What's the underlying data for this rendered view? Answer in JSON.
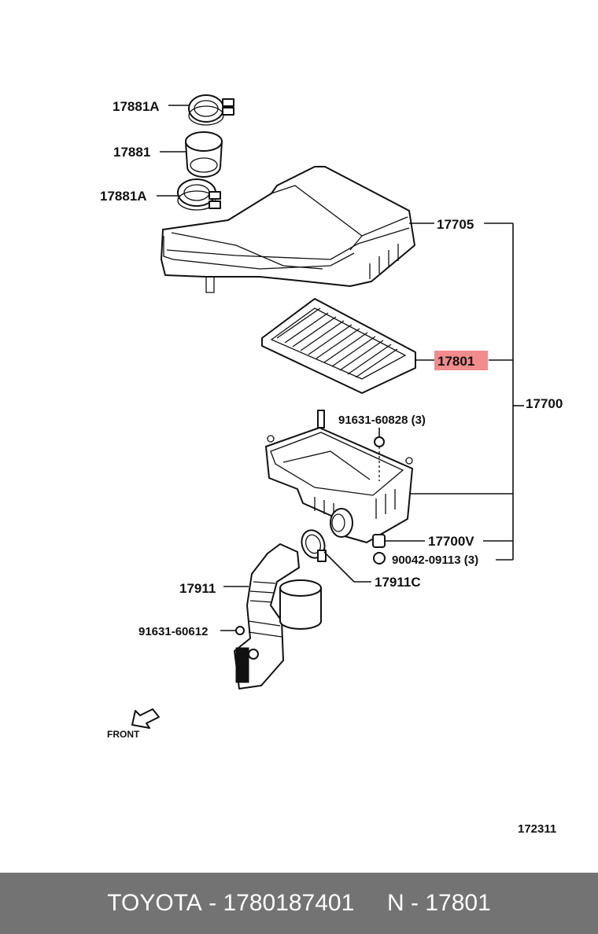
{
  "callouts": {
    "clamp_top": "17881A",
    "hose_sleeve": "17881",
    "clamp_bottom": "17881A",
    "cap_assy": "17705",
    "element": "17801",
    "assembly": "17700",
    "clip_upper": "91631-60828 (3)",
    "grommet": "17700V",
    "nut": "90042-09113 (3)",
    "intake_clamp": "17911C",
    "intake_hose": "17911",
    "clip_lower": "91631-60612"
  },
  "front_arrow_label": "FRONT",
  "figure_number": "172311",
  "footer": {
    "brand": "TOYOTA",
    "sep1": " - ",
    "part_number": "1780187401",
    "gap": "     ",
    "ref_prefix": "N",
    "sep2": " - ",
    "ref_code": "17801"
  },
  "colors": {
    "highlight": "#f28b8b",
    "footer_bg": "#737373",
    "footer_text": "#ffffff"
  }
}
